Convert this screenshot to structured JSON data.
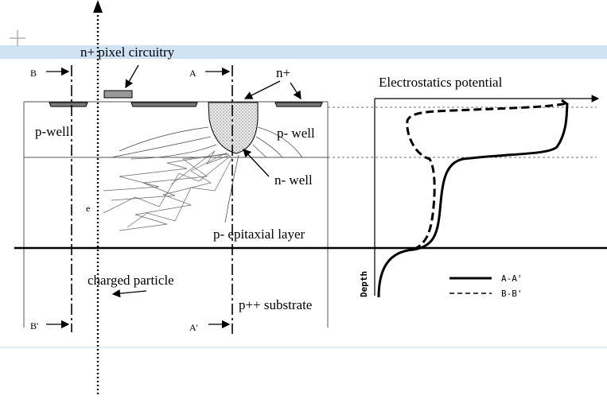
{
  "labels": {
    "pixel_circuitry": "n+ pixel circuitry",
    "n_plus": "n+",
    "p_well_left": "p-well",
    "p_well_right": "p- well",
    "n_well": "n- well",
    "electron": "e",
    "epitaxial": "p- epitaxial layer",
    "charged_particle": "charged particle",
    "substrate": "p++ substrate",
    "marker_a": "A",
    "marker_a_prime": "A'",
    "marker_b": "B",
    "marker_b_prime": "B'",
    "potential_title": "Electrostatics potential",
    "depth_axis": "Depth"
  },
  "legend": {
    "series_a": "A-A'",
    "series_b": "B-B'"
  },
  "colors": {
    "ink": "#000000",
    "highlight_band": "#cfe3f5",
    "faint_line": "#d6e8f6",
    "implant_fill": "#7a7a7a",
    "nwell_fill": "#e6e6e6"
  }
}
